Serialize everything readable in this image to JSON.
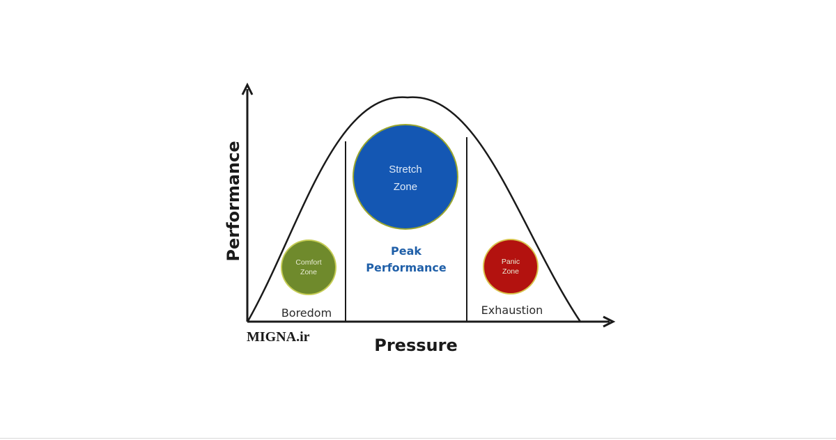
{
  "diagram": {
    "axes": {
      "x_label": "Pressure",
      "y_label": "Performance"
    },
    "regions": {
      "left": "Boredom",
      "middle_line1": "Peak",
      "middle_line2": "Performance",
      "right": "Exhaustion"
    },
    "zones": {
      "comfort": {
        "line1": "Comfort",
        "line2": "Zone",
        "color": "#6f8a2c",
        "border": "#c5cc54"
      },
      "stretch": {
        "line1": "Stretch",
        "line2": "Zone",
        "color": "#1457b3",
        "border": "#9aa62e"
      },
      "panic": {
        "line1": "Panic",
        "line2": "Zone",
        "color": "#b3120f",
        "border": "#d8c24a"
      }
    },
    "watermark": "MIGNA.ir"
  }
}
